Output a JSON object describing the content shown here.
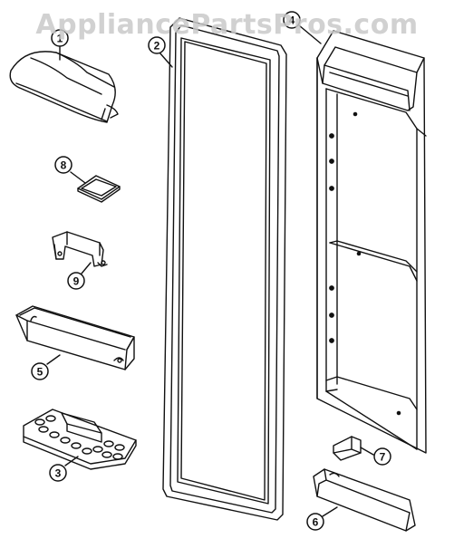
{
  "watermark": "AppliancePartsPros.com",
  "callouts": {
    "c1": "1",
    "c2": "2",
    "c3": "3",
    "c4": "4",
    "c5": "5",
    "c6": "6",
    "c7": "7",
    "c8": "8",
    "c9": "9"
  },
  "colors": {
    "line": "#111111",
    "watermark": "#c9c9c9"
  }
}
